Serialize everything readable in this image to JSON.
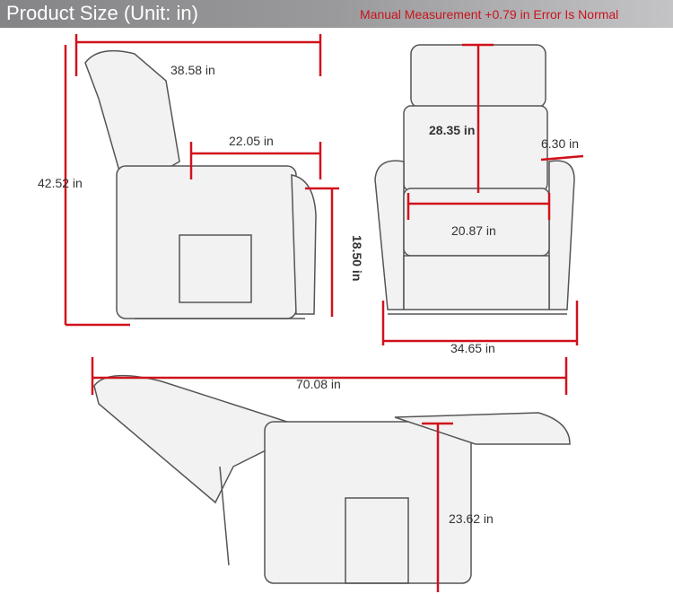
{
  "header": {
    "title": "Product Size (Unit: in)",
    "note": "Manual Measurement +0.79 in Error Is Normal"
  },
  "colors": {
    "dimension_line": "#d0121b",
    "header_text": "#ffffff",
    "note_text": "#c8141c"
  },
  "side_view": {
    "depth": "38.58 in",
    "height": "42.52 in",
    "seat_depth": "22.05 in",
    "seat_height": "18.50 in"
  },
  "front_view": {
    "back_height": "28.35 in",
    "arm_width": "6.30 in",
    "seat_width": "20.87 in",
    "width": "34.65 in"
  },
  "reclined_view": {
    "length": "70.08 in",
    "arm_height": "23.62 in"
  }
}
